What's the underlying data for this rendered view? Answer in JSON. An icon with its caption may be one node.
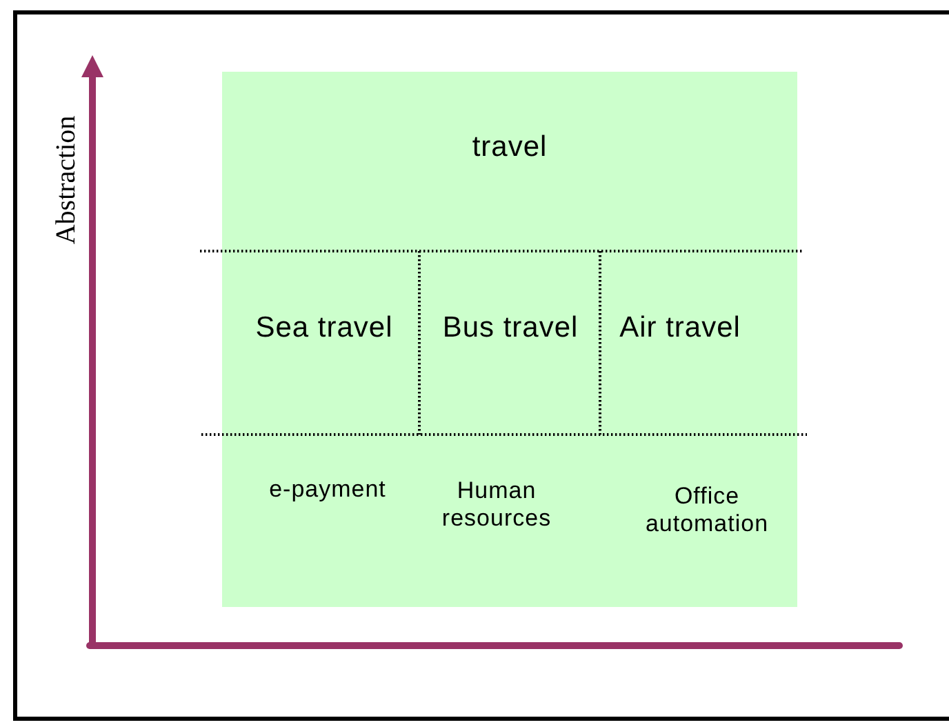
{
  "diagram": {
    "nodes": [
      {
        "text": [
          "travel"
        ]
      },
      {
        "text": [
          "Sea travel"
        ]
      },
      {
        "text": [
          "Bus travel"
        ]
      },
      {
        "text": [
          "Air travel"
        ]
      },
      {
        "text": [
          "e-payment"
        ]
      },
      {
        "text": [
          "Human resources"
        ]
      },
      {
        "text": [
          "Office automation"
        ]
      }
    ],
    "labels": [
      "Abstraction"
    ]
  }
}
